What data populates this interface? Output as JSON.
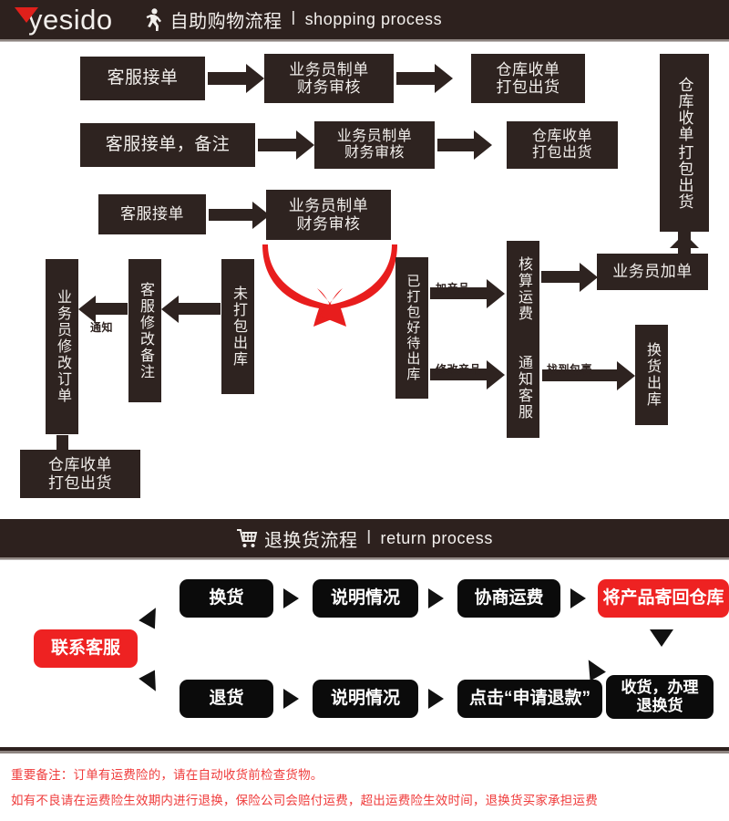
{
  "header": {
    "logo_text": "yesido",
    "logo_icon": "red-triangle-mark",
    "walk_icon": "walking-person-icon",
    "title_cn": "自助购物流程",
    "separator": "l",
    "title_en": "shopping process"
  },
  "shopping_flow": {
    "row1": {
      "b1": "客服接单",
      "b2_line1": "业务员制单",
      "b2_line2": "财务审核",
      "b3_line1": "仓库收单",
      "b3_line2": "打包出货"
    },
    "row2": {
      "b1": "客服接单，备注",
      "b2_line1": "业务员制单",
      "b2_line2": "财务审核",
      "b3_line1": "仓库收单",
      "b3_line2": "打包出货"
    },
    "row3": {
      "b1": "客服接单",
      "b2_line1": "业务员制单",
      "b2_line2": "财务审核"
    },
    "right_tall": {
      "col_right": "仓库收单",
      "col_left": "打包出货"
    },
    "cross_icon": "red-crossing-arrows",
    "vertical": {
      "v1": "业务员修改订单",
      "v2": "客服修改备注",
      "v3": "未打包出库",
      "v4": "已打包好待出库",
      "v5_top": "核算运费",
      "v5_bottom": "通知客服",
      "v6": "换货出库"
    },
    "boxes": {
      "add_order": "业务员加单",
      "warehouse_out_line1": "仓库收单",
      "warehouse_out_line2": "打包出货"
    },
    "labels": {
      "notify": "通知",
      "add_product": "加产品",
      "modify_product": "修改产品",
      "found_parcel": "找到包裹"
    }
  },
  "return_header": {
    "cart_icon": "shopping-cart-icon",
    "title_cn": "退换货流程",
    "separator": "l",
    "title_en": "return process"
  },
  "return_flow": {
    "start": "联系客服",
    "top_row": [
      "换货",
      "说明情况",
      "协商运费",
      "将产品寄回仓库"
    ],
    "bottom_row": [
      "退货",
      "说明情况",
      "点击“申请退款”"
    ],
    "receive_line1": "收货，办理",
    "receive_line2": "退换货",
    "accent_color": "#ee2222",
    "box_color": "#0b0b0b"
  },
  "footer": {
    "line1": "重要备注：订单有运费险的，请在自动收货前检查货物。",
    "line2": "如有不良请在运费险生效期内进行退换，保险公司会赔付运费，超出运费险生效时间，退换货买家承担运费",
    "text_color": "#ef3b3b"
  }
}
